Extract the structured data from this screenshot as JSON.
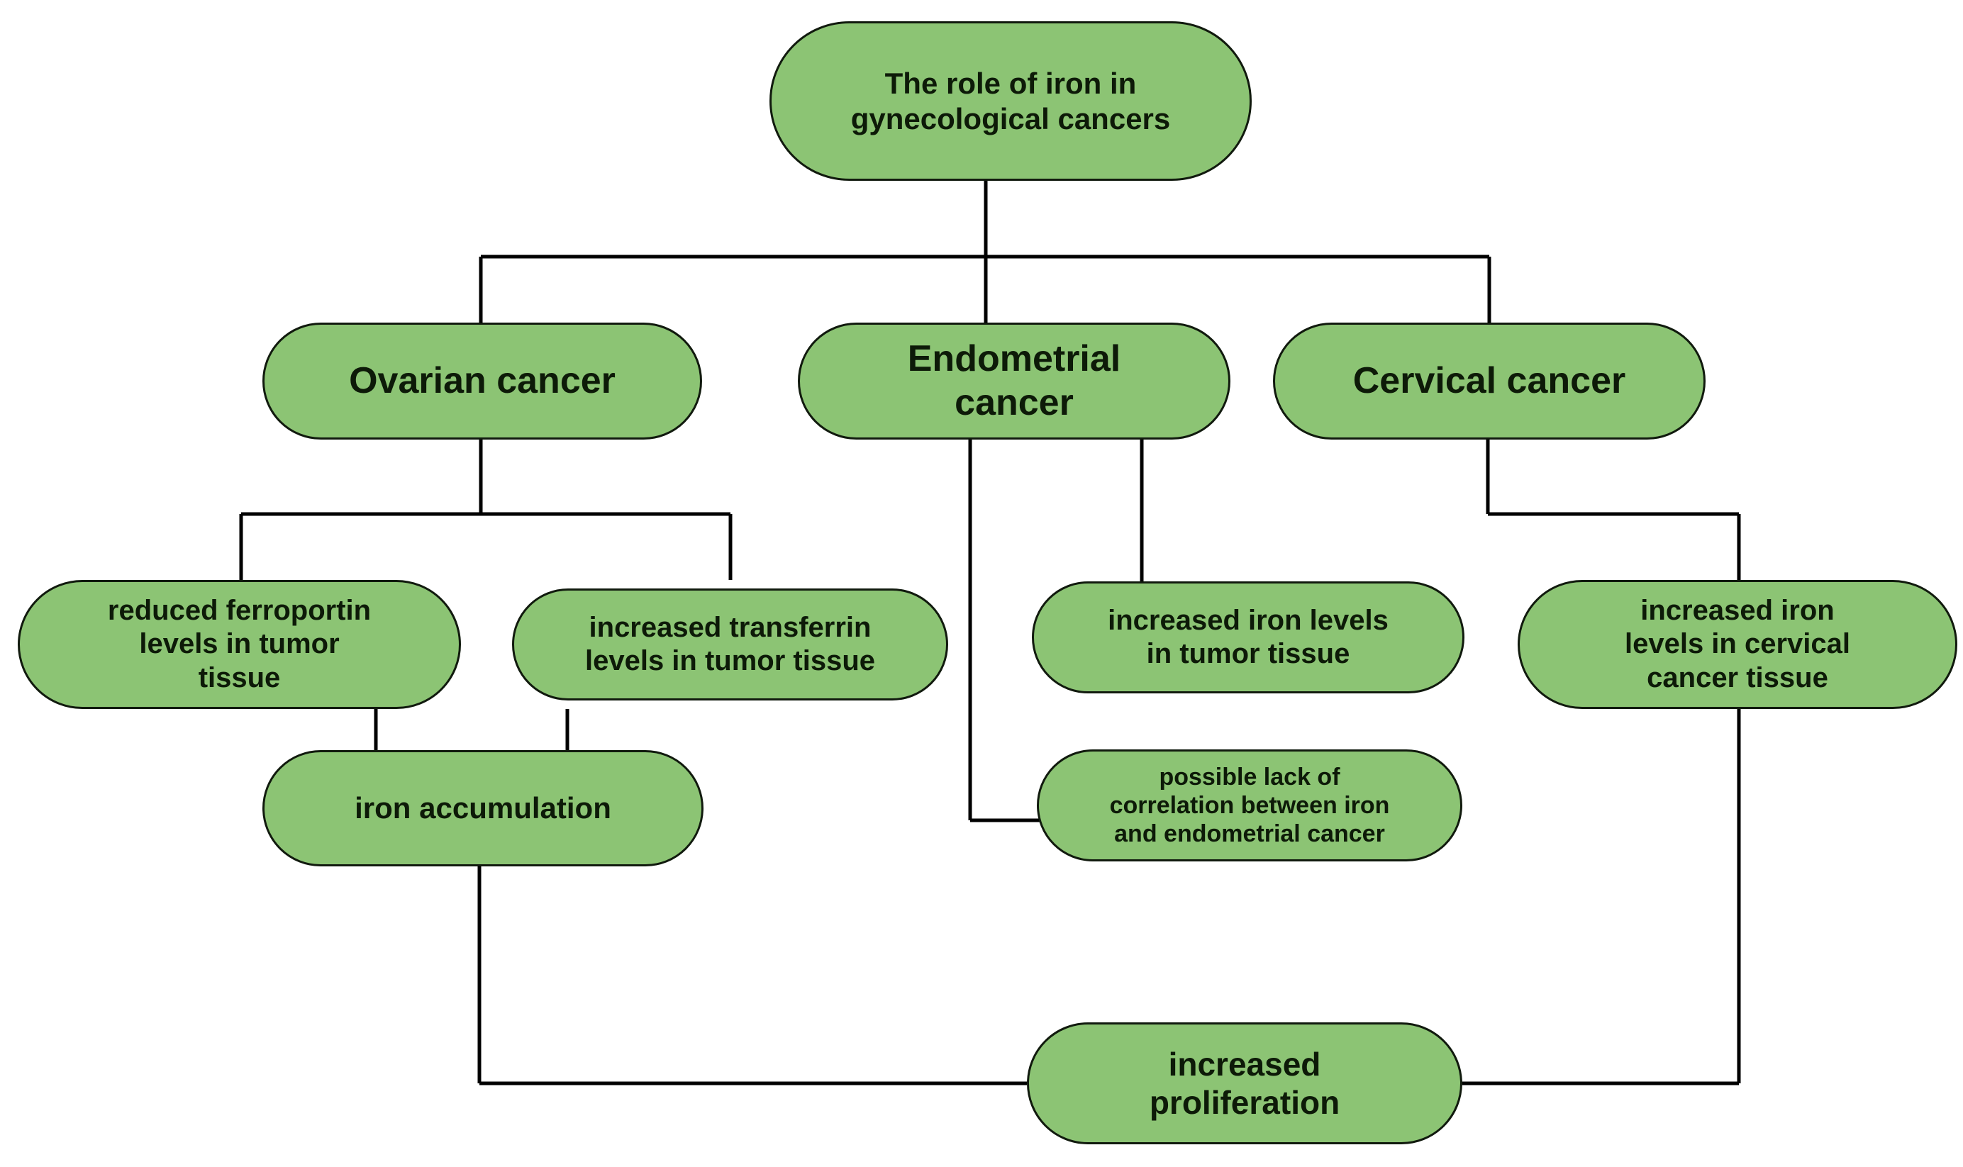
{
  "diagram": {
    "title_node": {
      "label": "The role of iron in\ngynecological cancers"
    },
    "branches": [
      {
        "id": "ovarian",
        "label": "Ovarian cancer"
      },
      {
        "id": "endometrial",
        "label": "Endometrial\ncancer"
      },
      {
        "id": "cervical",
        "label": "Cervical cancer"
      }
    ],
    "findings": [
      {
        "id": "ferroportin",
        "label": "reduced ferroportin\nlevels in tumor\ntissue"
      },
      {
        "id": "transferrin",
        "label": "increased transferrin\nlevels in tumor tissue"
      },
      {
        "id": "iron-tumor",
        "label": "increased iron levels\nin tumor tissue"
      },
      {
        "id": "iron-cervical",
        "label": "increased iron\nlevels in cervical\ncancer tissue"
      },
      {
        "id": "no-correlation",
        "label": "possible lack of\ncorrelation between iron\nand endometrial cancer"
      }
    ],
    "outcomes": [
      {
        "id": "accumulation",
        "label": "iron accumulation"
      },
      {
        "id": "proliferation",
        "label": "increased\nproliferation"
      }
    ],
    "colors": {
      "node_fill": "#8CC474",
      "node_border": "#111a0e",
      "text": "#0d1a08",
      "edge": "#000000",
      "background": "#ffffff"
    }
  }
}
